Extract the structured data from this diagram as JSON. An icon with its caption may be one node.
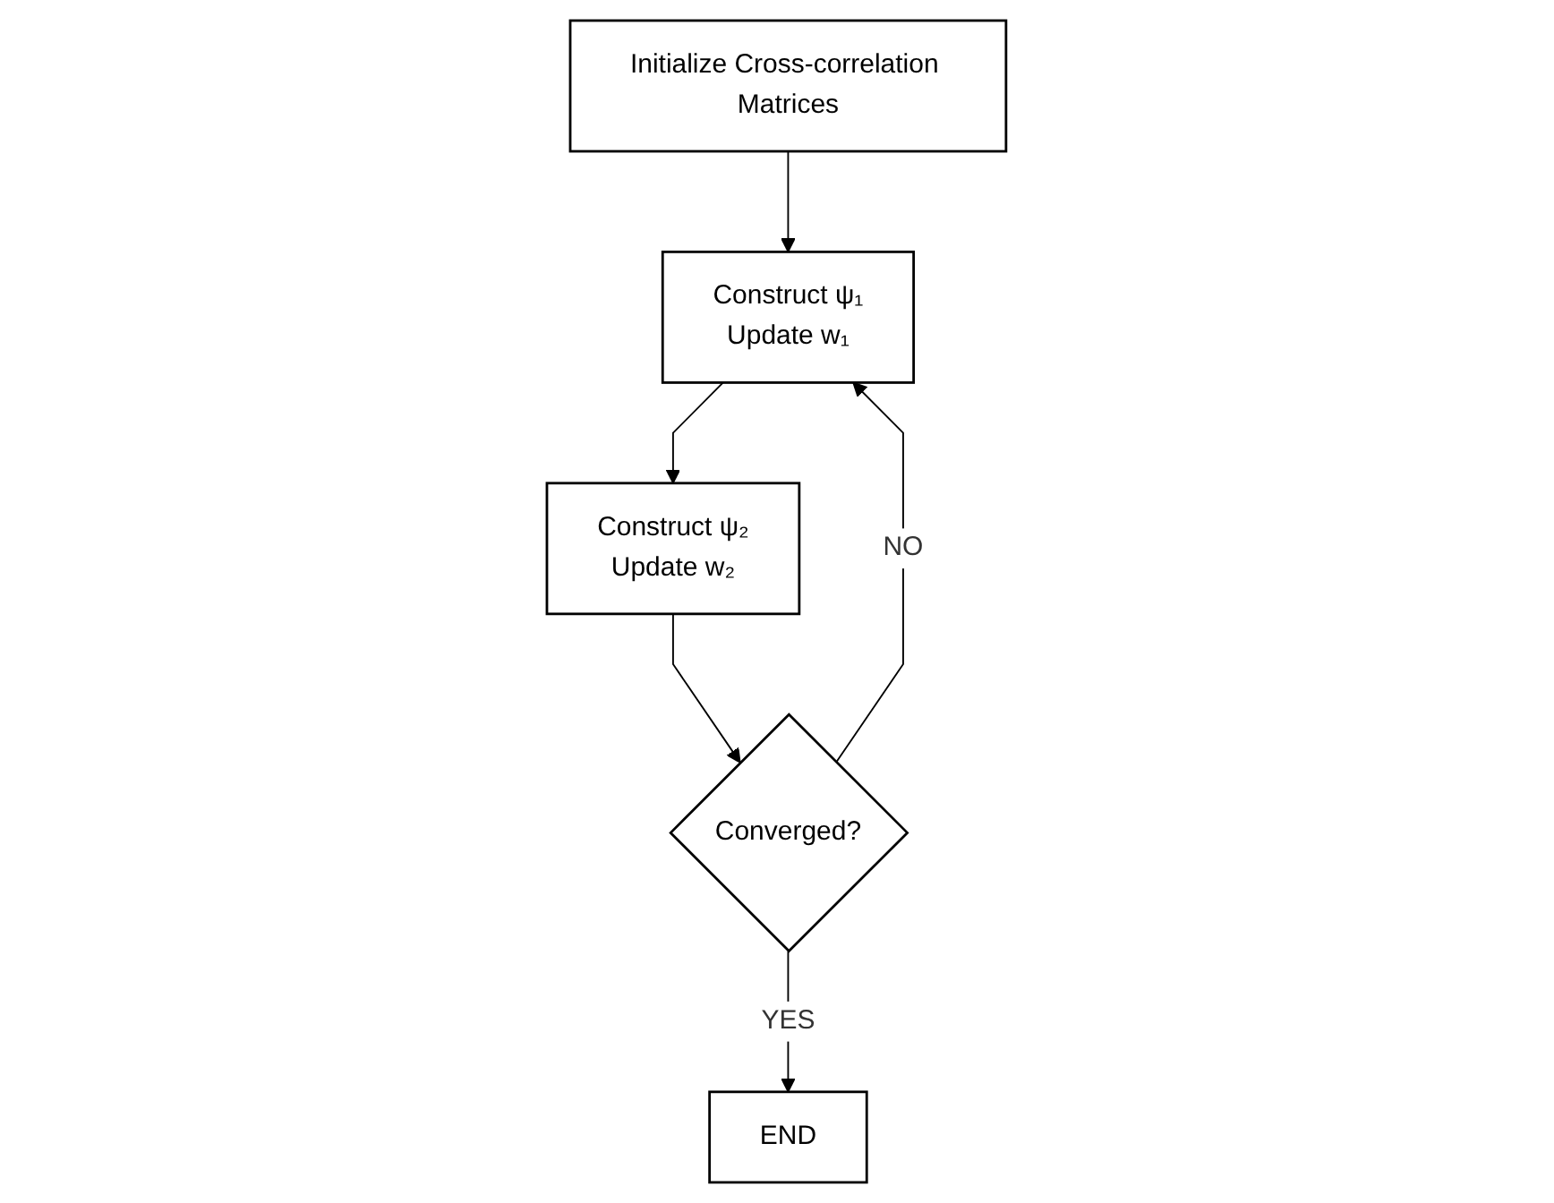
{
  "diagram": {
    "nodes": [
      {
        "text": [
          "Initialize Cross-correlation Matrices"
        ]
      },
      {
        "text": [
          "Construct ψ₁",
          "Update w₁"
        ]
      },
      {
        "text": [
          "Construct ψ₂",
          "Update w₂"
        ]
      },
      {
        "text": [
          "Converged?"
        ]
      },
      {
        "text": [
          "END"
        ]
      }
    ],
    "edges": [
      {
        "from": 0,
        "to": 1,
        "arrow": "to"
      },
      {
        "from": 1,
        "to": 2,
        "arrow": "to"
      },
      {
        "from": 2,
        "to": 3,
        "arrow": "to"
      },
      {
        "from": 3,
        "to": 1,
        "arrow": "to",
        "label": "NO"
      },
      {
        "from": 3,
        "to": 4,
        "arrow": "to",
        "label": "YES"
      }
    ]
  }
}
